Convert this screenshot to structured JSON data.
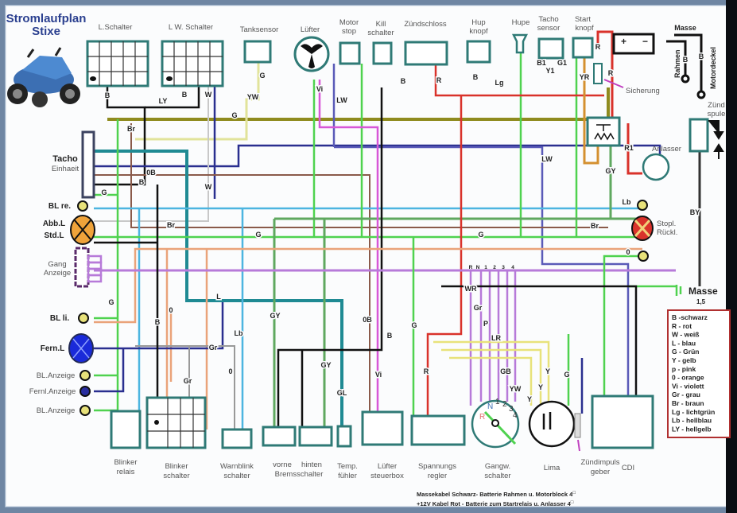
{
  "title": {
    "line1": "Stromlaufplan",
    "line2": "Stixe"
  },
  "top_components": {
    "l_schalter": "L.Schalter",
    "lw_schalter": "L W. Schalter",
    "tanksensor": "Tanksensor",
    "luefter": "Lüfter",
    "motor_stop": [
      "Motor",
      "stop"
    ],
    "kill_schalter": [
      "Kill",
      "schalter"
    ],
    "zuendschloss": "Zündschloss",
    "hup_knopf": [
      "Hup",
      "knopf"
    ],
    "hupe": "Hupe",
    "tacho_sensor": [
      "Tacho",
      "sensor"
    ],
    "start_knopf": [
      "Start",
      "knopf"
    ]
  },
  "masse_block": {
    "title": "Masse",
    "rahmen": "Rahmen",
    "motordeckel": "Motordeckel",
    "wire": "B"
  },
  "battery": {
    "plus": "+",
    "minus": "−"
  },
  "sicherung": "Sicherung",
  "anlasser": "Anlasser",
  "zuendspule": [
    "Zünd",
    "spule"
  ],
  "left_components": {
    "tacho": "Tacho",
    "einheit": "Einhaeit",
    "bl_re": "BL re.",
    "abb_l": "Abb.L",
    "std_l": "Std.L",
    "gang_anzeige": [
      "Gang",
      "Anzeige"
    ],
    "bl_li": "BL li.",
    "fern_l": "Fern.L",
    "bl_anzeige_1": "BL.Anzeige",
    "ferni_anzeige": "Fernl.Anzeige",
    "bl_anzeige_2": "BL.Anzeige"
  },
  "right_components": {
    "stopl": "Stopl.",
    "rueckl": "Rückl.",
    "masse": "Masse",
    "masse_size": "1,5"
  },
  "bottom_components": {
    "blinker_relais": [
      "Blinker",
      "relais"
    ],
    "blinker_schalter": [
      "Blinker",
      "schalter"
    ],
    "warnblink_schalter": [
      "Warnblink",
      "schalter"
    ],
    "bremsschalter_vorne": "vorne",
    "bremsschalter_hinten": "hinten",
    "bremsschalter": "Bremsschalter",
    "temp_fuehler": [
      "Temp.",
      "fühler"
    ],
    "luefter_steuerbox": [
      "Lüfter",
      "steuerbox"
    ],
    "spannungsregler": [
      "Spannungs",
      "regler"
    ],
    "gangw_schalter": [
      "Gangw.",
      "schalter"
    ],
    "lima": "Lima",
    "zuendimpulsgeber": [
      "Zündimpuls",
      "geber"
    ],
    "cdi": "CDI"
  },
  "gear_positions": [
    "R",
    "N",
    "1",
    "2",
    "3",
    "4"
  ],
  "wire_labels": {
    "B": "B",
    "LY": "LY",
    "W": "W",
    "G": "G",
    "YW": "YW",
    "Vi": "Vi",
    "LW": "LW",
    "R": "R",
    "Lg": "Lg",
    "B1": "B1",
    "Y1": "Y1",
    "G1": "G1",
    "YR": "YR",
    "R1": "R1",
    "GY": "GY",
    "Br": "Br",
    "0B": "0B",
    "Lb": "Lb",
    "BY": "BY",
    "O": "0",
    "L": "L",
    "Gr": "Gr",
    "GL": "GL",
    "Y": "Y",
    "WR": "WR",
    "P": "P",
    "LR": "LR",
    "GB": "GB"
  },
  "legend": [
    "B -schwarz",
    "R - rot",
    "W - weiß",
    "L - blau",
    "G - Grün",
    "Y - gelb",
    "p - pink",
    "0 - orange",
    "Vi - violett",
    "Gr - grau",
    "Br - braun",
    "Lg -  lichtgrün",
    "Lb - hellblau",
    "LY - hellgelb"
  ],
  "footnotes": {
    "line1": "Massekabel Schwarz- Batterie Rahmen u. Motorblock 4",
    "line2": "+12V Kabel Rot - Batterie zum Startrelais u. Anlasser  4",
    "unit": "□"
  },
  "colors": {
    "B": "#111111",
    "R": "#d9322b",
    "W": "#c8c8c8",
    "L": "#2a2f8f",
    "G": "#4fd24f",
    "Y": "#e8e27a",
    "P": "#d757d7",
    "O": "#eaa37a",
    "Vi": "#b77ad9",
    "Gr": "#999999",
    "Br": "#8a5a4a",
    "Lg": "#93d593",
    "Lb": "#4cb5e0",
    "LY": "#e1e39a",
    "olive": "#8f8b1f",
    "teal": "#1f8a93",
    "frame_teal": "#2f7a76",
    "GY": "#5fa85f",
    "LW": "#5a5ab8",
    "YR": "#d49030",
    "title": "#2a3f8f",
    "legend_border": "#b03030"
  }
}
